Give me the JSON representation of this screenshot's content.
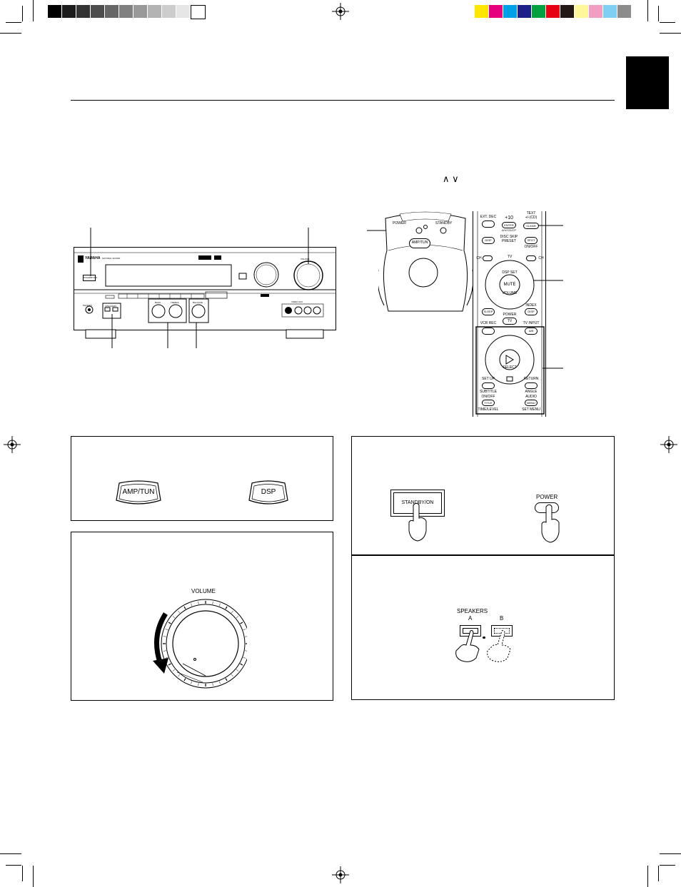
{
  "colors": {
    "grayscale": [
      "#000000",
      "#1c1c1c",
      "#333333",
      "#4d4d4d",
      "#666666",
      "#808080",
      "#999999",
      "#b3b3b3",
      "#cccccc",
      "#e6e6e6",
      "#ffffff"
    ],
    "process": [
      "#ffe600",
      "#e6007e",
      "#00a0e9",
      "#1d2088",
      "#00a040",
      "#e60012",
      "#231815",
      "#fff799",
      "#f19ec2",
      "#7ecef4",
      "#8c8c8c"
    ],
    "tab": "#000000"
  },
  "header": {
    "arrow_keys": "∧ ∨"
  },
  "receiver": {
    "brand": "YAMAHA",
    "model_line": "NATURAL SOUND",
    "power_button": "STANDBY/ON",
    "volume_label": "VOLUME",
    "phones_label": "PHONES",
    "speakers_label": "SPEAKERS",
    "bass_label": "BASS",
    "treble_label": "TREBLE",
    "balance_label": "BALANCE",
    "video_aux_label": "VIDEO AUX"
  },
  "remote": {
    "power_label": "POWER",
    "standby_label": "STANDBY",
    "amp_tun": "AMP/TUN",
    "buttons": {
      "ext_dec": "EXT. DEC",
      "plus10": "+10",
      "enter": "ENTER",
      "avch": "A/V/CD/CP",
      "text": "TEXT",
      "teletext": "+/-(CD)",
      "clear": "CLEAR",
      "disp": "DISP",
      "disc_skip": "DISC SKIP",
      "preset": "PRESET",
      "spdt": "SP.DT",
      "onoff": "ON/OFF",
      "ch_minus": "CH",
      "ch_plus": "CH",
      "tv": "TV",
      "dsp_set": "DSP SET",
      "mute": "MUTE",
      "volume": "VOLUME",
      "sleep": "SLEEP",
      "power_tv": "POWER",
      "tv_btn": "TV",
      "index": "INDEX",
      "disp2": "DISP",
      "vcr_rec": "VCR REC",
      "tv_input": "TV INPUT",
      "ab": "A/B",
      "select": "SELECT",
      "set_up": "SET UP",
      "return": "RETURN",
      "subtitle": "SUBTITLE",
      "angle": "ANGLE",
      "onoff2": "ON/OFF",
      "audio": "AUDIO",
      "title": "TITLE",
      "menu": "MENU",
      "time_level": "TIME/LEVEL",
      "set_menu": "SET MENU"
    }
  },
  "panels": {
    "amp_tun_button": "AMP/TUN",
    "dsp_button": "DSP",
    "volume_dial": "VOLUME",
    "standby_on_button": "STANDBY/ON",
    "power_button": "POWER",
    "speakers_title": "SPEAKERS",
    "speakers_a": "A",
    "speakers_b": "B"
  }
}
